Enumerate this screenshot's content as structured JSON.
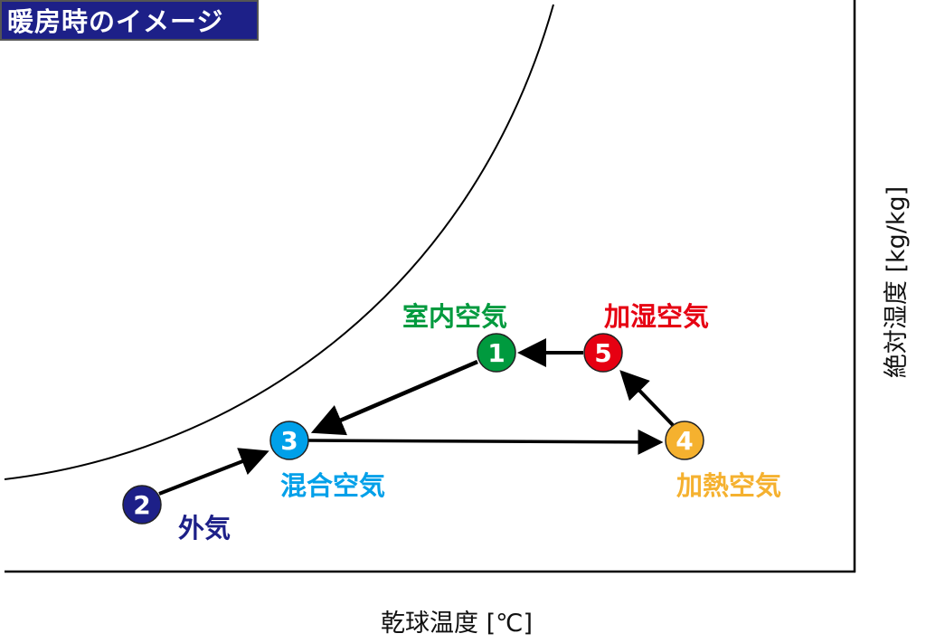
{
  "title": "暖房時のイメージ",
  "axes": {
    "x_label": "乾球温度 [℃]",
    "y_label": "絶対湿度 [kg/kg]"
  },
  "points": [
    {
      "number": "1",
      "label": "室内空気",
      "color": "#009a3e"
    },
    {
      "number": "2",
      "label": "外気",
      "color": "#1d2088"
    },
    {
      "number": "3",
      "label": "混合空気",
      "color": "#00a0e9"
    },
    {
      "number": "4",
      "label": "加熱空気",
      "color": "#f5b12f"
    },
    {
      "number": "5",
      "label": "加湿空気",
      "color": "#e60012"
    }
  ]
}
